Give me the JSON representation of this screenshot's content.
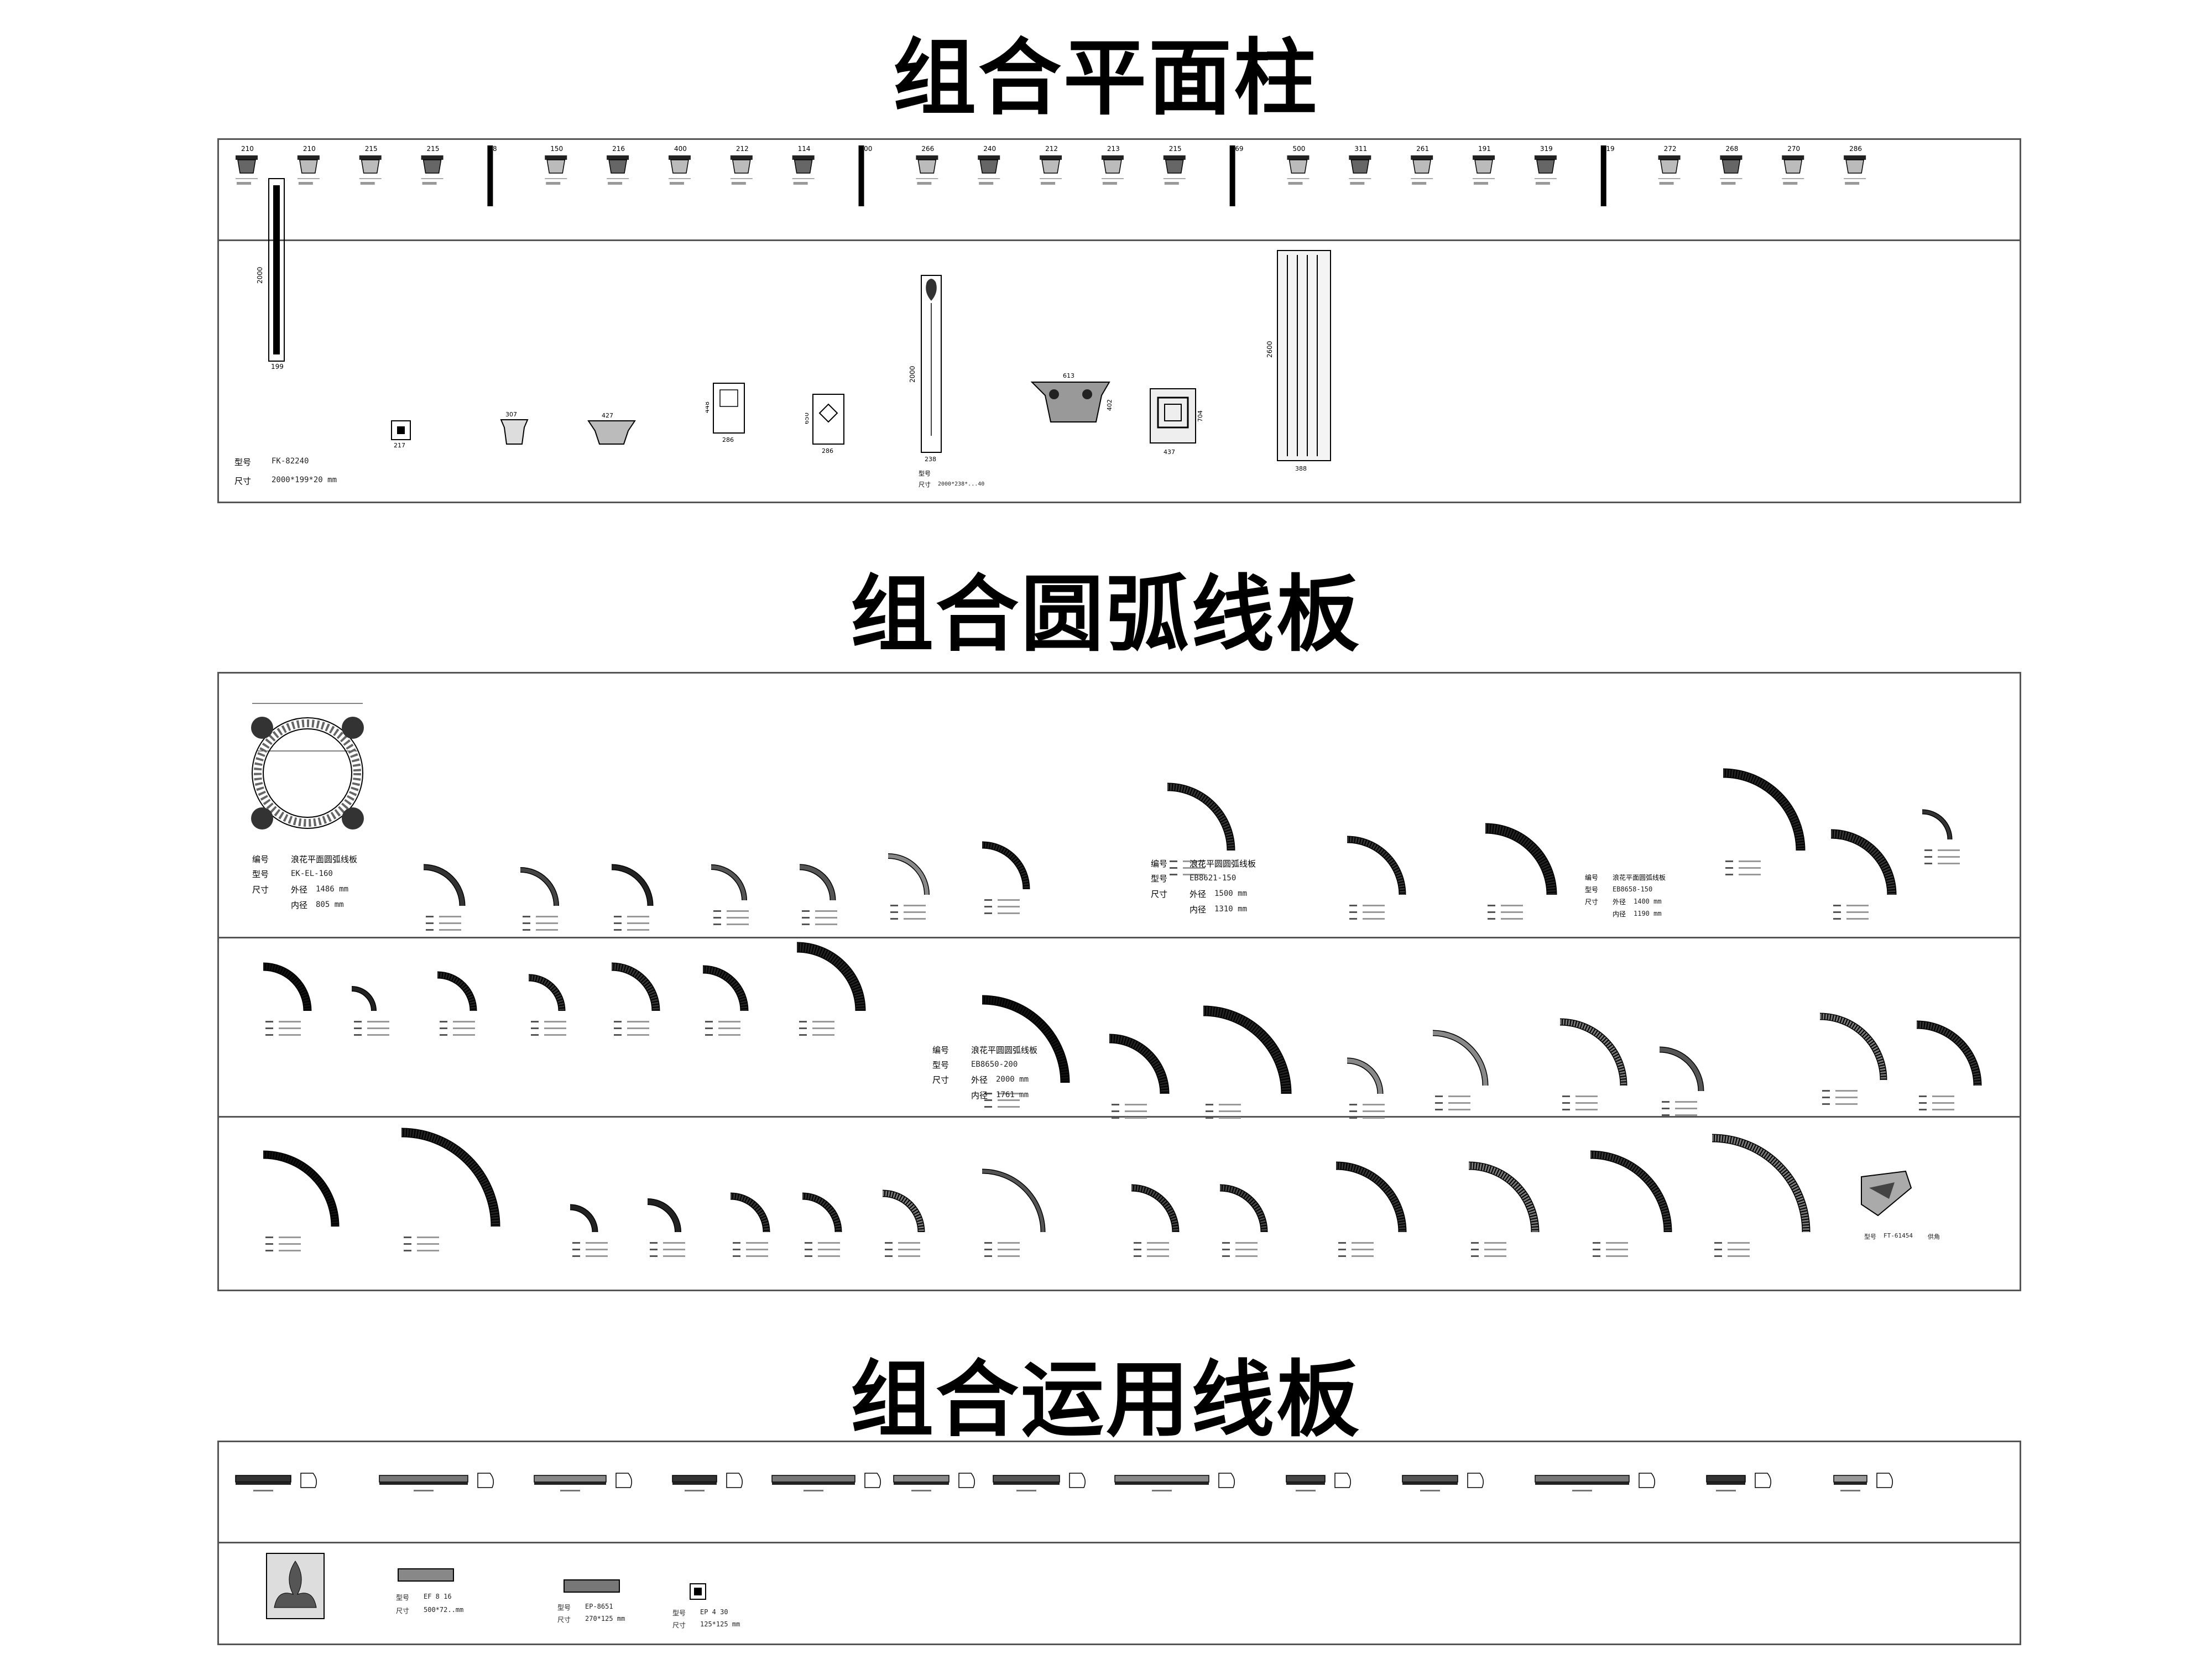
{
  "sections": [
    {
      "title": "组合平面柱"
    },
    {
      "title": "组合圆弧线板"
    },
    {
      "title": "组合运用线板"
    }
  ],
  "columns": {
    "row1_dims": [
      "210",
      "210",
      "215",
      "215",
      "18",
      "150",
      "216",
      "400",
      "212",
      "114",
      "600",
      "266",
      "240",
      "212",
      "213",
      "215",
      "169",
      "500",
      "311",
      "261",
      "191",
      "319",
      "319",
      "272",
      "268",
      "270",
      "286"
    ],
    "row2": {
      "model_label": "型号",
      "model_value": "FK-82240",
      "size_label": "尺寸",
      "size_value": "2000*199*20 mm",
      "dims": [
        "2000",
        "199",
        "217",
        "307",
        "427",
        "448",
        "286",
        "650",
        "286",
        "2000",
        "238",
        "613",
        "402",
        "437",
        "704",
        "2600",
        "388"
      ],
      "mid_caption": "2000*238*...40"
    }
  },
  "arcs": {
    "ring": {
      "name_label": "编号",
      "name_value": "浪花平面圆弧线板",
      "model_label": "型号",
      "model_value": "EK-EL-160",
      "size_label": "尺寸",
      "outer_label": "外径",
      "outer_value": "1486 mm",
      "inner_label": "内径",
      "inner_value": "805 mm"
    },
    "arc_1500": {
      "name_label": "编号",
      "name_value": "浪花平圆圆弧线板",
      "model_label": "型号",
      "model_value": "EB8621-150",
      "size_label": "尺寸",
      "outer_label": "外径",
      "outer_value": "1500 mm",
      "inner_label": "内径",
      "inner_value": "1310 mm"
    },
    "arc_1400": {
      "name_label": "编号",
      "name_value": "浪花平面圆弧线板",
      "model_label": "型号",
      "model_value": "EB8658-150",
      "size_label": "尺寸",
      "outer_label": "外径",
      "outer_value": "1400 mm",
      "inner_label": "内径",
      "inner_value": "1190 mm"
    },
    "arc_2000": {
      "name_label": "编号",
      "name_value": "浪花平圆圆弧线板",
      "model_label": "型号",
      "model_value": "EB8650-200",
      "size_label": "尺寸",
      "outer_label": "外径",
      "outer_value": "2000 mm",
      "inner_label": "内径",
      "inner_value": "1761 mm"
    },
    "corner_piece": {
      "model_label": "型号",
      "model_value": "FT-61454",
      "extra": "供角"
    }
  },
  "moldings": {
    "model_label": "型号",
    "size_label": "尺寸",
    "items": [
      {
        "model": "EF 8 16",
        "size": "500*72..mm"
      },
      {
        "model": "EP-8651",
        "size": "270*125 mm"
      },
      {
        "model": "EP 4 30",
        "size": "125*125 mm"
      }
    ]
  }
}
